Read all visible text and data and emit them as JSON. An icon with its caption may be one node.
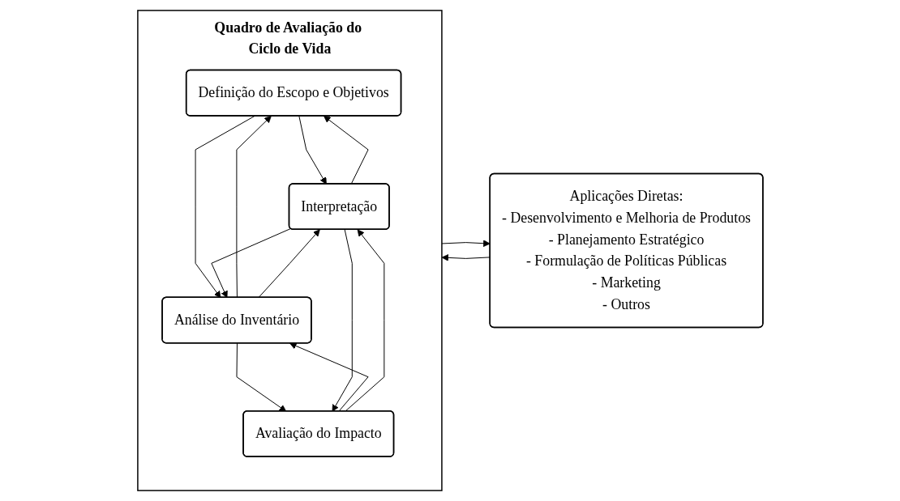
{
  "diagram": {
    "nodes": [
      {
        "text": [
          "Quadro de Avaliação do Ciclo de Vida"
        ]
      },
      {
        "text": [
          "Definição do Escopo e Objetivos"
        ],
        "in": 0
      },
      {
        "text": [
          "Análise do Inventário"
        ],
        "in": 0
      },
      {
        "text": [
          "Avaliação do Impacto"
        ],
        "in": 0
      },
      {
        "text": [
          "Interpretação"
        ],
        "in": 0
      },
      {
        "text": [
          "Aplicações Diretas:",
          "- Desenvolvimento e Melhoria de Produtos",
          "- Planejamento Estratégico",
          "- Formulação de Políticas Públicas",
          "- Marketing",
          "- Outros"
        ]
      }
    ],
    "edges": [
      {
        "from": 1,
        "to": 4,
        "arrow": "to"
      },
      {
        "from": 4,
        "to": 1,
        "arrow": "to"
      },
      {
        "from": 1,
        "to": 2,
        "arrow": "to"
      },
      {
        "from": 2,
        "to": 1,
        "arrow": "to"
      },
      {
        "from": 2,
        "to": 4,
        "arrow": "to"
      },
      {
        "from": 4,
        "to": 2,
        "arrow": "to"
      },
      {
        "from": 2,
        "to": 3,
        "arrow": "to"
      },
      {
        "from": 3,
        "to": 2,
        "arrow": "to"
      },
      {
        "from": 3,
        "to": 4,
        "arrow": "to"
      },
      {
        "from": 4,
        "to": 3,
        "arrow": "to"
      },
      {
        "from": 0,
        "to": 5,
        "arrow": "to"
      },
      {
        "from": 5,
        "to": 0,
        "arrow": "to"
      }
    ]
  }
}
